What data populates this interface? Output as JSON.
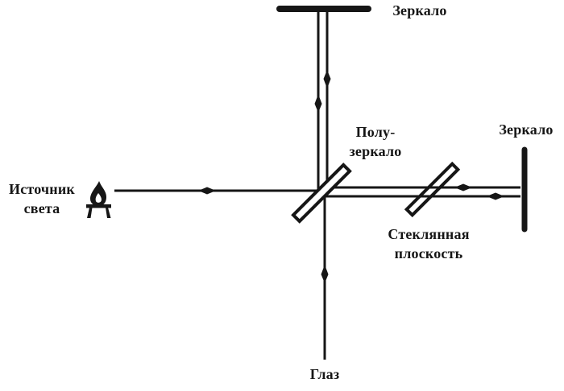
{
  "colors": {
    "ink": "#161616",
    "paper": "#ffffff"
  },
  "labels": {
    "mirror_top": "Зеркало",
    "mirror_right": "Зеркало",
    "half_mirror": {
      "line1": "Полу-",
      "line2": "зеркало"
    },
    "light_source": {
      "line1": "Источник",
      "line2": "света"
    },
    "glass_plate": {
      "line1": "Стеклянная",
      "line2": "плоскость"
    },
    "eye": "Глаз"
  },
  "diagram": {
    "type": "optical-schematic (Michelson interferometer)",
    "components": [
      {
        "name": "top-mirror",
        "label": "Зеркало"
      },
      {
        "name": "right-mirror",
        "label": "Зеркало"
      },
      {
        "name": "half-mirror",
        "label": "Полу-зеркало"
      },
      {
        "name": "glass-plate",
        "label": "Стеклянная плоскость"
      },
      {
        "name": "light-source",
        "label": "Источник света"
      },
      {
        "name": "eye",
        "label": "Глаз"
      }
    ],
    "beams": [
      {
        "from": "light-source",
        "to": "half-mirror",
        "direction": "right"
      },
      {
        "from": "half-mirror",
        "to": "top-mirror",
        "direction": "up"
      },
      {
        "from": "top-mirror",
        "to": "half-mirror",
        "direction": "down"
      },
      {
        "from": "half-mirror",
        "to": "right-mirror",
        "direction": "right"
      },
      {
        "from": "right-mirror",
        "to": "half-mirror",
        "direction": "left"
      },
      {
        "from": "half-mirror",
        "to": "eye",
        "direction": "down"
      }
    ]
  }
}
